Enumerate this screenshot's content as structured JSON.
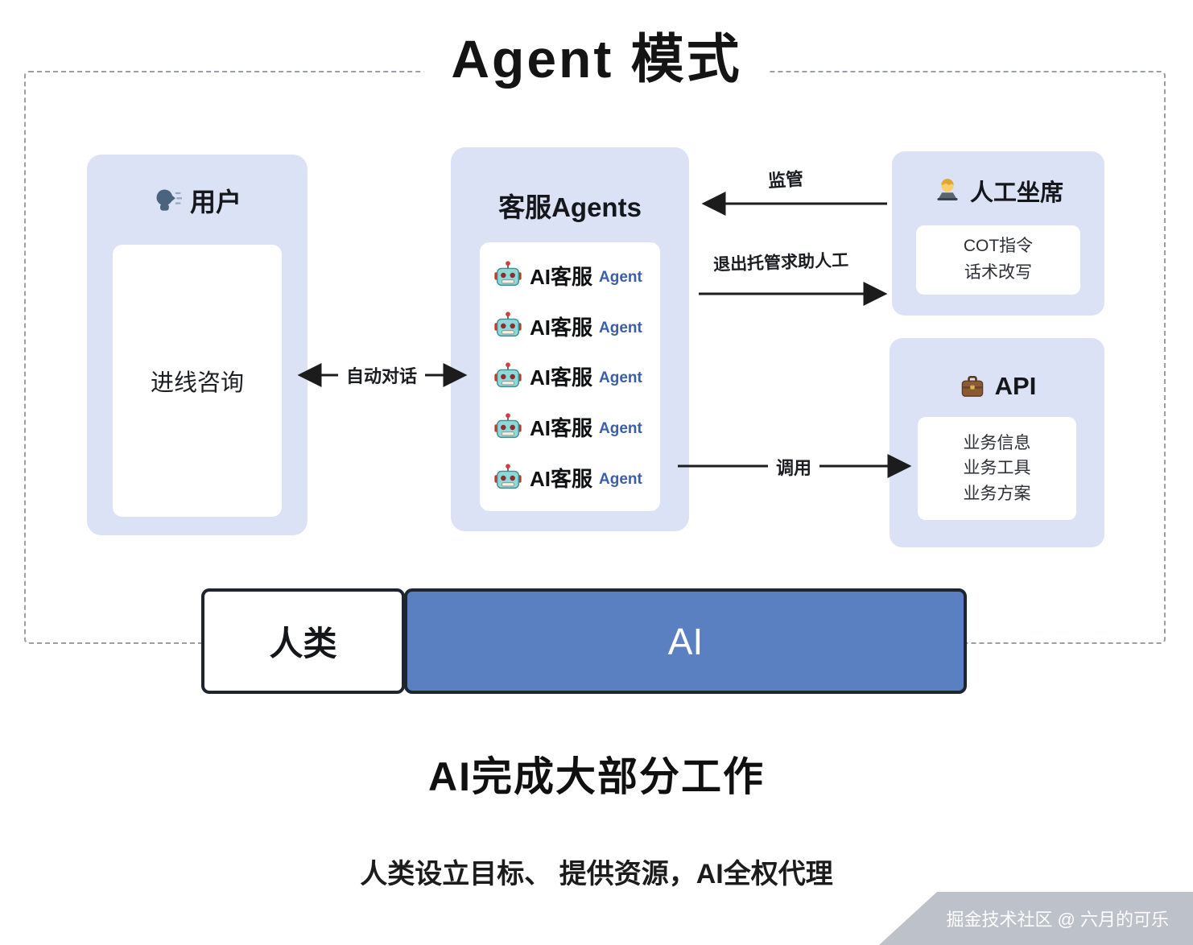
{
  "title": "Agent 模式",
  "panels": {
    "user": {
      "header": "用户",
      "inner_label": "进线咨询"
    },
    "agents": {
      "header": "客服Agents",
      "rows": [
        {
          "label": "AI客服",
          "suffix": "Agent"
        },
        {
          "label": "AI客服",
          "suffix": "Agent"
        },
        {
          "label": "AI客服",
          "suffix": "Agent"
        },
        {
          "label": "AI客服",
          "suffix": "Agent"
        },
        {
          "label": "AI客服",
          "suffix": "Agent"
        }
      ]
    },
    "human_agent": {
      "header": "人工坐席",
      "lines": [
        "COT指令",
        "话术改写"
      ]
    },
    "api": {
      "header": "API",
      "lines": [
        "业务信息",
        "业务工具",
        "业务方案"
      ]
    }
  },
  "arrows": {
    "auto_dialog": "自动对话",
    "supervise": "监管",
    "exit_escalate": "退出托管求助人工",
    "invoke": "调用"
  },
  "ratio_bar": {
    "human_label": "人类",
    "ai_label": "AI"
  },
  "captions": {
    "main": "AI完成大部分工作",
    "sub": "人类设立目标、 提供资源，AI全权代理"
  },
  "watermark": "掘金技术社区 @ 六月的可乐",
  "icons": {
    "user": "speaking-head-icon",
    "agent": "robot-icon",
    "human_agent": "technologist-icon",
    "api": "briefcase-icon"
  },
  "colors": {
    "panel-bg": "#dbe2f6",
    "bar-blue": "#5b80c1",
    "agent-blue": "#3a5fa8",
    "arrow": "#1c1c1c",
    "watermark-band": "#bcc1ca"
  }
}
